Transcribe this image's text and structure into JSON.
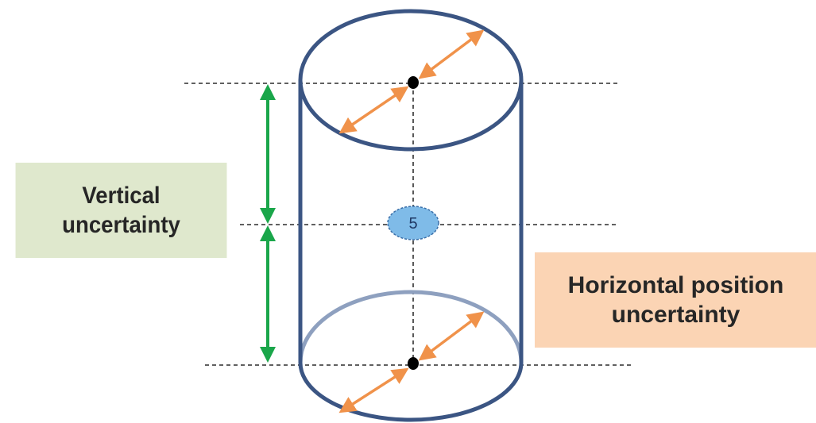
{
  "labels": {
    "vertical": [
      "Vertical",
      "uncertainty"
    ],
    "horizontal": [
      "Horizontal position",
      "uncertainty"
    ],
    "center_number": "5"
  },
  "colors": {
    "cylinder": "#3b5583",
    "cylinder_back_edge": "#8ea0bf",
    "vertical_arrow": "#1aa64a",
    "horizontal_arrow": "#f0924a",
    "dashed_line": "#000000",
    "center_ellipse": "#7fbbe8",
    "vertical_box": "#dfe8cd",
    "horizontal_box": "#fbd4b4"
  }
}
